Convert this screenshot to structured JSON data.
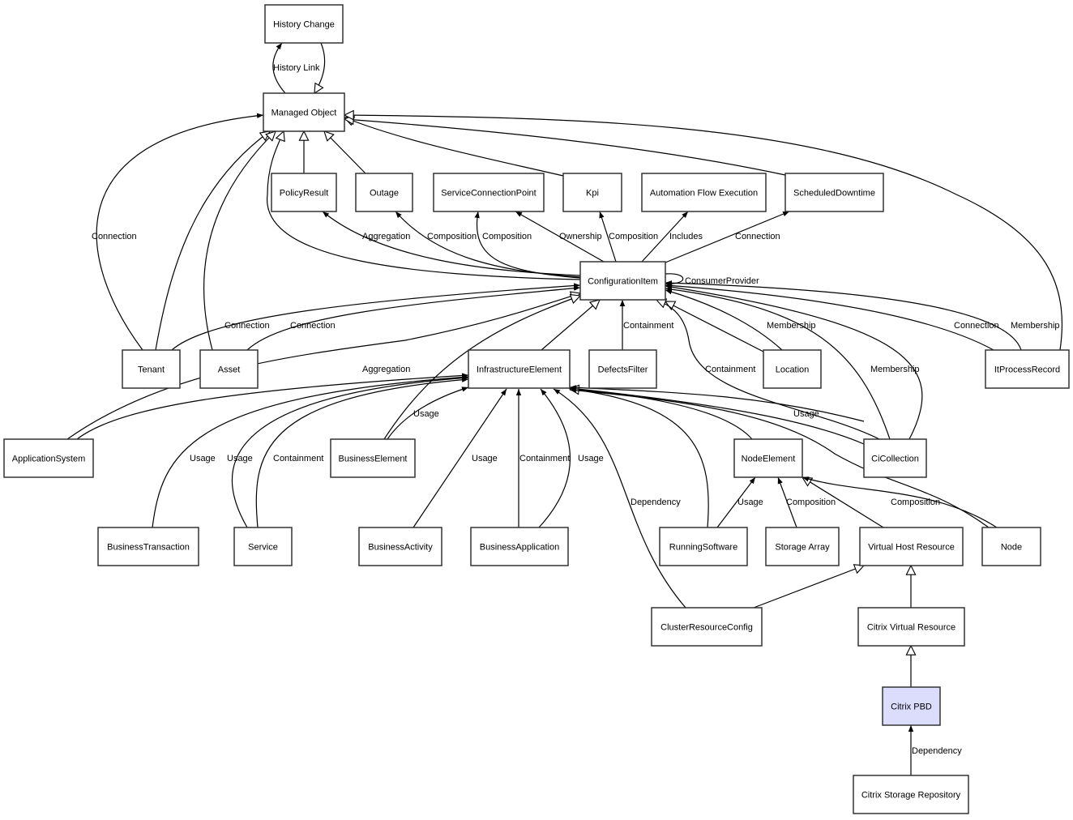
{
  "diagram": {
    "title": "",
    "highlight_color": "#dcdcfc",
    "nodes": {
      "history_change": "History Change",
      "managed_object": "Managed Object",
      "policy_result": "PolicyResult",
      "outage": "Outage",
      "service_connection_point": "ServiceConnectionPoint",
      "kpi": "Kpi",
      "automation_flow_execution": "Automation Flow Execution",
      "scheduled_downtime": "ScheduledDowntime",
      "configuration_item": "ConfigurationItem",
      "tenant": "Tenant",
      "asset": "Asset",
      "infrastructure_element": "InfrastructureElement",
      "defects_filter": "DefectsFilter",
      "location": "Location",
      "it_process_record": "ItProcessRecord",
      "application_system": "ApplicationSystem",
      "business_element": "BusinessElement",
      "node_element": "NodeElement",
      "ci_collection": "CiCollection",
      "business_transaction": "BusinessTransaction",
      "service": "Service",
      "business_activity": "BusinessActivity",
      "business_application": "BusinessApplication",
      "running_software": "RunningSoftware",
      "storage_array": "Storage Array",
      "virtual_host_resource": "Virtual Host Resource",
      "node": "Node",
      "cluster_resource_config": "ClusterResourceConfig",
      "citrix_virtual_resource": "Citrix Virtual Resource",
      "citrix_pbd": "Citrix PBD",
      "citrix_storage_repository": "Citrix Storage Repository"
    },
    "edge_labels": {
      "history_link": "History Link",
      "mo_tenant_connection": "Connection",
      "ci_policy_aggregation": "Aggregation",
      "ci_outage_composition": "Composition",
      "ci_scp_composition": "Composition",
      "ci_scp_ownership": "Ownership",
      "ci_kpi_composition": "Composition",
      "ci_afe_includes": "Includes",
      "ci_sd_connection": "Connection",
      "ci_self_consumer_provider": "ConsumerProvider",
      "tenant_ci_connection": "Connection",
      "asset_ci_connection": "Connection",
      "defects_ci_containment": "Containment",
      "location_ci_membership": "Membership",
      "cicollection_ci_containment": "Containment",
      "cicollection_ci_membership": "Membership",
      "itprocess_ci_connection": "Connection",
      "itprocess_mo_membership": "Membership",
      "appsys_ie_aggregation": "Aggregation",
      "be_ie_usage": "Usage",
      "bt_ie_usage": "Usage",
      "service_ie_usage": "Usage",
      "service_ie_containment": "Containment",
      "ba_ie_usage": "Usage",
      "bapp_ie_containment": "Containment",
      "bapp_ie_usage": "Usage",
      "cicollection_ie_usage": "Usage",
      "crc_ie_dependency": "Dependency",
      "rs_ne_usage": "Usage",
      "sa_ne_composition": "Composition",
      "node_ne_composition": "Composition",
      "srepo_pbd_dependency": "Dependency"
    }
  }
}
